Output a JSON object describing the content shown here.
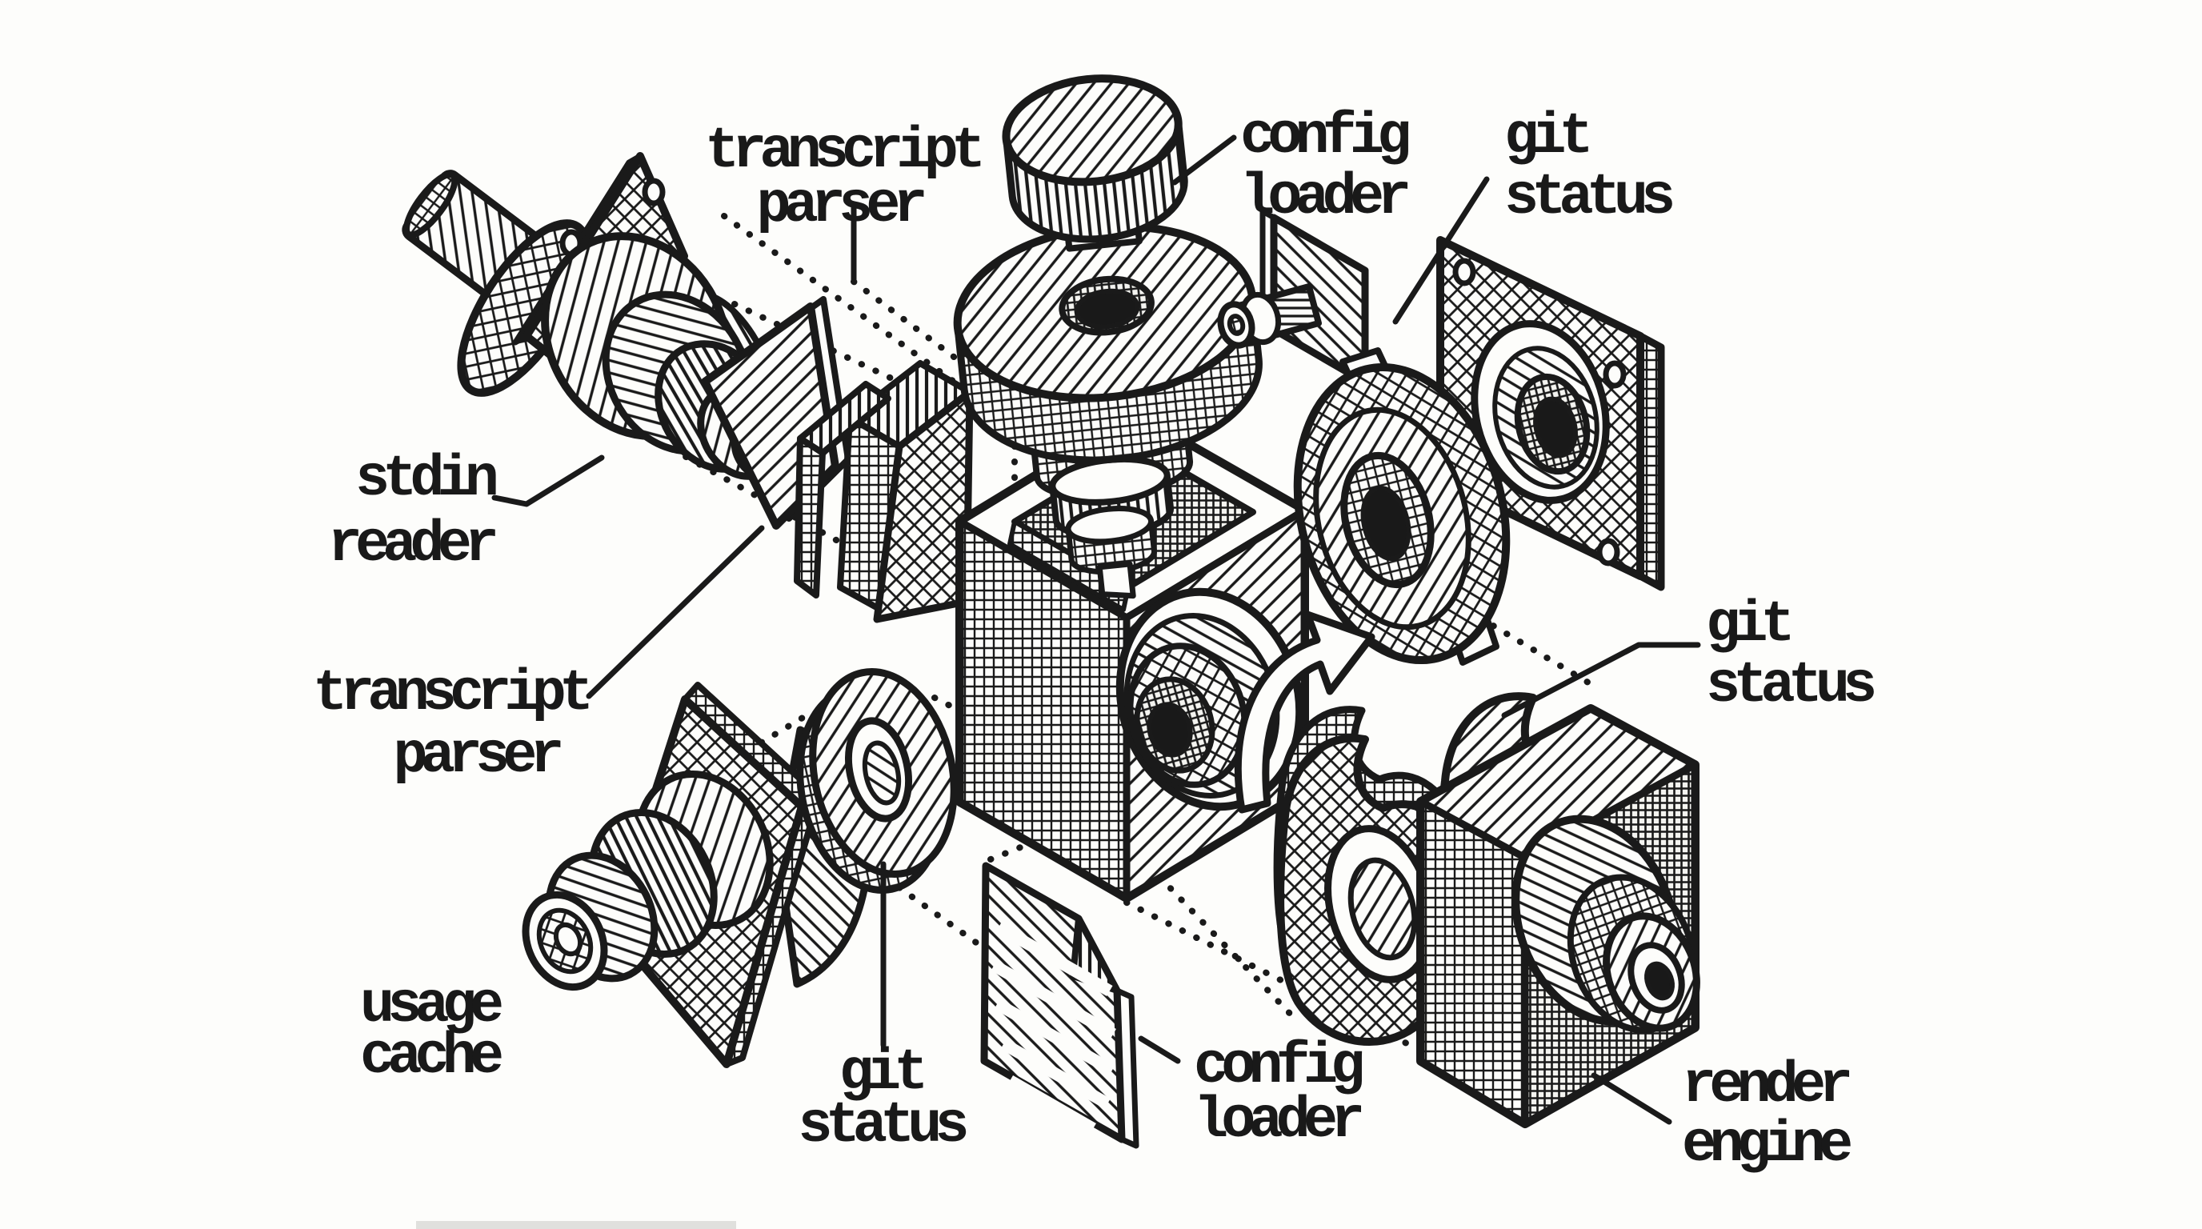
{
  "diagram": {
    "colors": {
      "background": "#fdfdfb",
      "ink": "#1a1a1a"
    },
    "labels": {
      "transcript_parser_top": {
        "line1": "transcript",
        "line2": "parser"
      },
      "config_loader_top": {
        "line1": "config",
        "line2": "loader"
      },
      "git_status_top": {
        "line1": "git",
        "line2": "status"
      },
      "stdin_reader": {
        "line1": "stdin",
        "line2": "reader"
      },
      "transcript_parser_left": {
        "line1": "transcript",
        "line2": "parser"
      },
      "git_status_right": {
        "line1": "git",
        "line2": "status"
      },
      "usage_cache": {
        "line1": "usage",
        "line2": "cache"
      },
      "git_status_bottom": {
        "line1": "git",
        "line2": "status"
      },
      "config_loader_bottom": {
        "line1": "config",
        "line2": "loader"
      },
      "render_engine": {
        "line1": "render",
        "line2": "engine"
      }
    }
  }
}
